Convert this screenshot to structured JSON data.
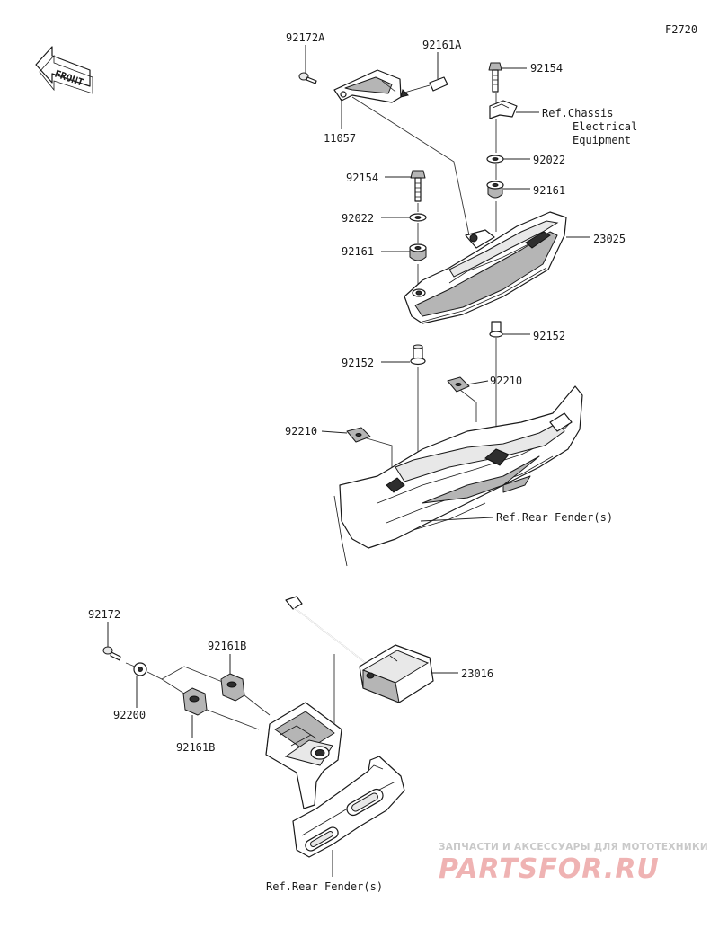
{
  "figure_code": "F2720",
  "front_arrow_label": "FRONT",
  "part_labels": {
    "p92172A": "92172A",
    "p92161A": "92161A",
    "p11057": "11057",
    "p92154_top": "92154",
    "ref_chassis_line1": "Ref.Chassis",
    "ref_chassis_line2": "Electrical",
    "ref_chassis_line3": "Equipment",
    "p92022_right": "92022",
    "p92161_right": "92161",
    "p92154_left": "92154",
    "p92022_left": "92022",
    "p92161_left": "92161",
    "p23025": "23025",
    "p92152_right": "92152",
    "p92152_left": "92152",
    "p92210_right": "92210",
    "p92210_left": "92210",
    "ref_rear_fender_upper": "Ref.Rear Fender(s)",
    "p92172": "92172",
    "p92200": "92200",
    "p92161B_upper": "92161B",
    "p92161B_lower": "92161B",
    "p23016": "23016",
    "ref_rear_fender_lower": "Ref.Rear Fender(s)"
  },
  "watermark": {
    "tagline": "ЗАПЧАСТИ И АКСЕССУАРЫ ДЛЯ МОТОТЕХНИКИ",
    "logo": "PARTSFOR.RU"
  }
}
